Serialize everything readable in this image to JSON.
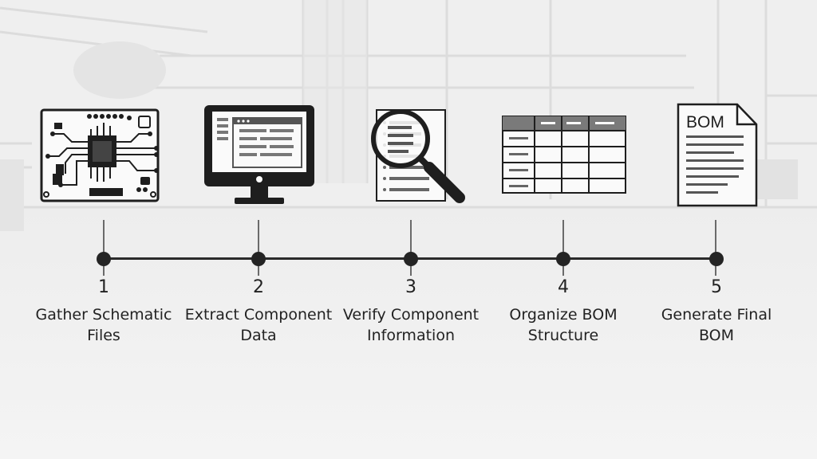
{
  "steps": [
    {
      "number": "1",
      "label_line1": "Gather Schematic",
      "label_line2": "Files",
      "icon": "circuit-board-icon"
    },
    {
      "number": "2",
      "label_line1": "Extract Component",
      "label_line2": "Data",
      "icon": "computer-monitor-icon"
    },
    {
      "number": "3",
      "label_line1": "Verify Component",
      "label_line2": "Information",
      "icon": "magnifier-document-icon"
    },
    {
      "number": "4",
      "label_line1": "Organize BOM",
      "label_line2": "Structure",
      "icon": "spreadsheet-table-icon"
    },
    {
      "number": "5",
      "label_line1": "Generate Final",
      "label_line2": "BOM",
      "icon": "bom-document-icon"
    }
  ],
  "bom_doc_text": "BOM",
  "colors": {
    "ink": "#222222",
    "background": "#ededed",
    "accent": "#8a8a8a"
  }
}
